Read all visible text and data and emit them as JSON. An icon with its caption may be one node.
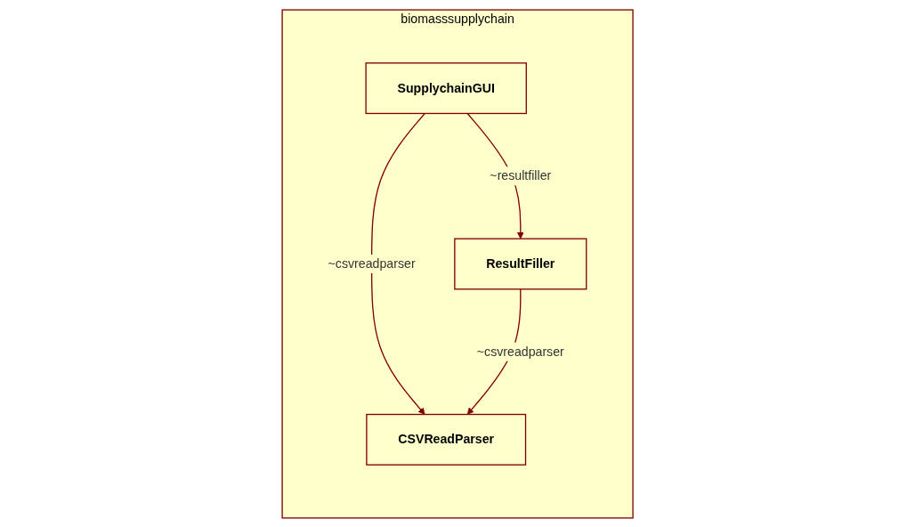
{
  "diagram": {
    "nodes": [
      {
        "text": [
          "biomasssupplychain"
        ]
      },
      {
        "text": [
          "CSVReadParser"
        ],
        "in": 0
      },
      {
        "text": [
          "SupplychainGUI"
        ],
        "in": 0
      },
      {
        "text": [
          "ResultFiller"
        ],
        "in": 0
      }
    ],
    "edges": [
      {
        "from": 2,
        "to": 1,
        "arrow": "to",
        "label": "~csvreadparser"
      },
      {
        "from": 3,
        "to": 1,
        "arrow": "to",
        "label": "~csvreadparser"
      },
      {
        "from": 2,
        "to": 3,
        "arrow": "to",
        "label": "~resultfiller"
      }
    ]
  }
}
